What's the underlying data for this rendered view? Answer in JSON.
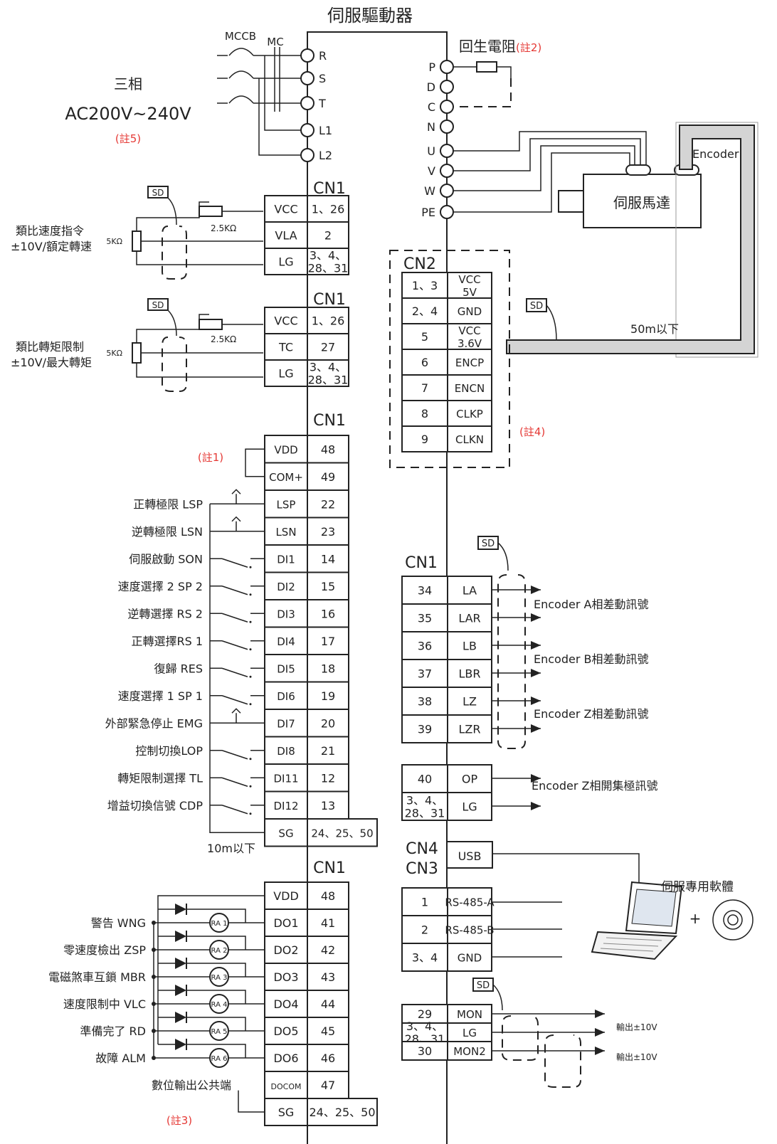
{
  "title": "伺服驅動器",
  "mccb": "MCCB",
  "mc": "MC",
  "power": {
    "line1": "三相",
    "line2": "AC200V~240V",
    "note": "(註5)"
  },
  "power_terminals": [
    "R",
    "S",
    "T",
    "L1",
    "L2"
  ],
  "regen": {
    "label": "回生電阻",
    "note": "(註2)",
    "terminals": [
      "P",
      "D",
      "C",
      "N"
    ]
  },
  "motor_terminals": [
    "U",
    "V",
    "W",
    "PE"
  ],
  "motor_label": "伺服馬達",
  "encoder_label": "Encoder",
  "cable_length": "50m以下",
  "sd": "SD",
  "cn1": "CN1",
  "cn2": "CN2",
  "cn3": "CN3",
  "cn4": "CN4",
  "pot": "2.5KΩ",
  "pot5k": "5KΩ",
  "speed_cmd": {
    "line1": "類比速度指令",
    "line2": "±10V/額定轉速",
    "rows": [
      {
        "sig": "VCC",
        "pin": "1、26"
      },
      {
        "sig": "VLA",
        "pin": "2"
      },
      {
        "sig": "LG",
        "pin": "3、4、\n28、31"
      }
    ]
  },
  "torque_cmd": {
    "line1": "類比轉矩限制",
    "line2": "±10V/最大轉矩",
    "rows": [
      {
        "sig": "VCC",
        "pin": "1、26"
      },
      {
        "sig": "TC",
        "pin": "27"
      },
      {
        "sig": "LG",
        "pin": "3、4、\n28、31"
      }
    ]
  },
  "cn2_rows": [
    {
      "pin": "1、3",
      "sig": "VCC\n5V"
    },
    {
      "pin": "2、4",
      "sig": "GND"
    },
    {
      "pin": "5",
      "sig": "VCC\n3.6V"
    },
    {
      "pin": "6",
      "sig": "ENCP"
    },
    {
      "pin": "7",
      "sig": "ENCN"
    },
    {
      "pin": "8",
      "sig": "CLKP"
    },
    {
      "pin": "9",
      "sig": "CLKN"
    }
  ],
  "note4": "(註4)",
  "note1": "(註1)",
  "di_rows": [
    {
      "label": "",
      "sig": "VDD",
      "pin": "48"
    },
    {
      "label": "",
      "sig": "COM+",
      "pin": "49"
    },
    {
      "label": "正轉極限 LSP",
      "sig": "LSP",
      "pin": "22"
    },
    {
      "label": "逆轉極限 LSN",
      "sig": "LSN",
      "pin": "23"
    },
    {
      "label": "伺服啟動 SON",
      "sig": "DI1",
      "pin": "14"
    },
    {
      "label": "速度選擇 2 SP 2",
      "sig": "DI2",
      "pin": "15"
    },
    {
      "label": "逆轉選擇 RS 2",
      "sig": "DI3",
      "pin": "16"
    },
    {
      "label": "正轉選擇RS 1",
      "sig": "DI4",
      "pin": "17"
    },
    {
      "label": "復歸 RES",
      "sig": "DI5",
      "pin": "18"
    },
    {
      "label": "速度選擇 1 SP 1",
      "sig": "DI6",
      "pin": "19"
    },
    {
      "label": "外部緊急停止 EMG",
      "sig": "DI7",
      "pin": "20"
    },
    {
      "label": "控制切換LOP",
      "sig": "DI8",
      "pin": "21"
    },
    {
      "label": "轉矩限制選擇 TL",
      "sig": "DI11",
      "pin": "12"
    },
    {
      "label": "增益切換信號 CDP",
      "sig": "DI12",
      "pin": "13"
    }
  ],
  "sg_row": {
    "sig": "SG",
    "pin": "24、25、50"
  },
  "len10m": "10m以下",
  "do_rows": [
    {
      "label": "",
      "ra": "",
      "sig": "VDD",
      "pin": "48"
    },
    {
      "label": "警告 WNG",
      "ra": "RA 1",
      "sig": "DO1",
      "pin": "41"
    },
    {
      "label": "零速度檢出 ZSP",
      "ra": "RA 2",
      "sig": "DO2",
      "pin": "42"
    },
    {
      "label": "電磁煞車互鎖 MBR",
      "ra": "RA 3",
      "sig": "DO3",
      "pin": "43"
    },
    {
      "label": "速度限制中 VLC",
      "ra": "RA 4",
      "sig": "DO4",
      "pin": "44"
    },
    {
      "label": "準備完了 RD",
      "ra": "RA 5",
      "sig": "DO5",
      "pin": "45"
    },
    {
      "label": "故障 ALM",
      "ra": "RA 6",
      "sig": "DO6",
      "pin": "46"
    },
    {
      "label": "數位輸出公共端",
      "ra": "",
      "sig": "DOCOM",
      "pin": "47"
    },
    {
      "label": "",
      "ra": "",
      "sig": "SG",
      "pin": "24、25、50"
    }
  ],
  "note3": "(註3)",
  "enc_out_rows": [
    {
      "pin": "34",
      "sig": "LA"
    },
    {
      "pin": "35",
      "sig": "LAR"
    },
    {
      "pin": "36",
      "sig": "LB"
    },
    {
      "pin": "37",
      "sig": "LBR"
    },
    {
      "pin": "38",
      "sig": "LZ"
    },
    {
      "pin": "39",
      "sig": "LZR"
    }
  ],
  "enc_out_labels": [
    "Encoder A相差動訊號",
    "Encoder B相差動訊號",
    "Encoder Z相差動訊號"
  ],
  "op_rows": [
    {
      "pin": "40",
      "sig": "OP"
    },
    {
      "pin": "3、4、\n28、31",
      "sig": "LG"
    }
  ],
  "op_label": "Encoder Z相開集極訊號",
  "usb": "USB",
  "cn3_rows": [
    {
      "pin": "1",
      "sig": "RS-485-A"
    },
    {
      "pin": "2",
      "sig": "RS-485-B"
    },
    {
      "pin": "3、4",
      "sig": "GND"
    }
  ],
  "software": "伺服專用軟體",
  "plus": "+",
  "mon_rows": [
    {
      "pin": "29",
      "sig": "MON"
    },
    {
      "pin": "3、4、\n28、31",
      "sig": "LG"
    },
    {
      "pin": "30",
      "sig": "MON2"
    }
  ],
  "mon_out": [
    "輸出±10V",
    "輸出±10V"
  ]
}
